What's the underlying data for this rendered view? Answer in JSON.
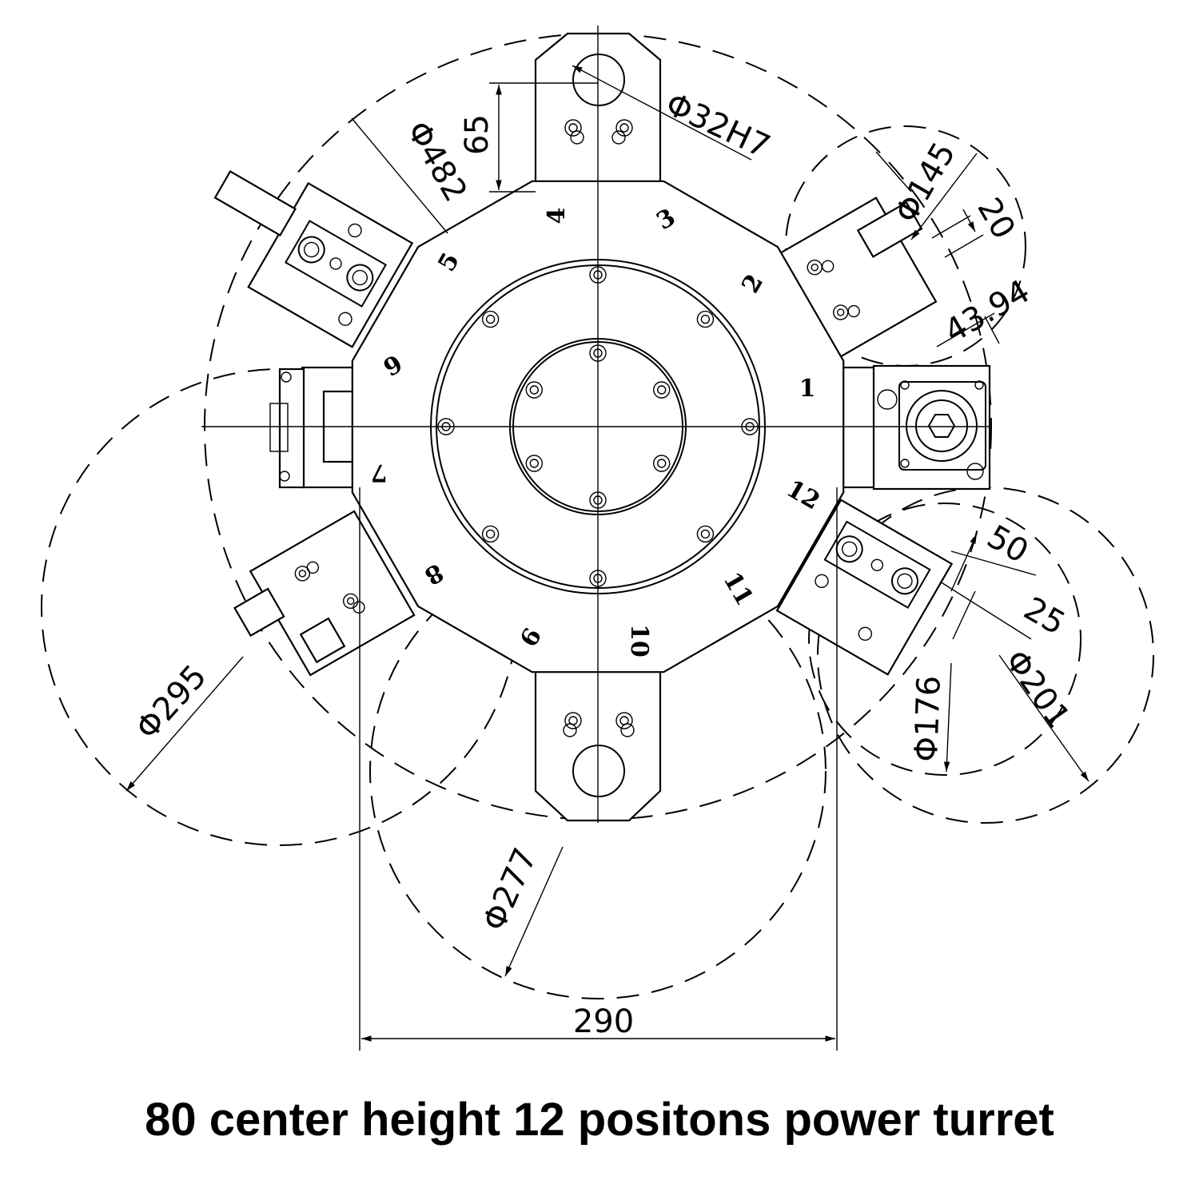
{
  "caption": "80 center height 12 positons power turret",
  "dimensions": {
    "phi32h7": "Φ32H7",
    "d65": "65",
    "phi482": "Φ482",
    "phi145": "Φ145",
    "d20": "20",
    "d43_94": "43.94",
    "d50": "50",
    "d25": "25",
    "phi201": "Φ201",
    "phi176": "Φ176",
    "phi295": "Φ295",
    "phi277": "Φ277",
    "d290": "290"
  },
  "positions": [
    "1",
    "2",
    "3",
    "4",
    "5",
    "6",
    "7",
    "8",
    "9",
    "10",
    "11",
    "12"
  ]
}
